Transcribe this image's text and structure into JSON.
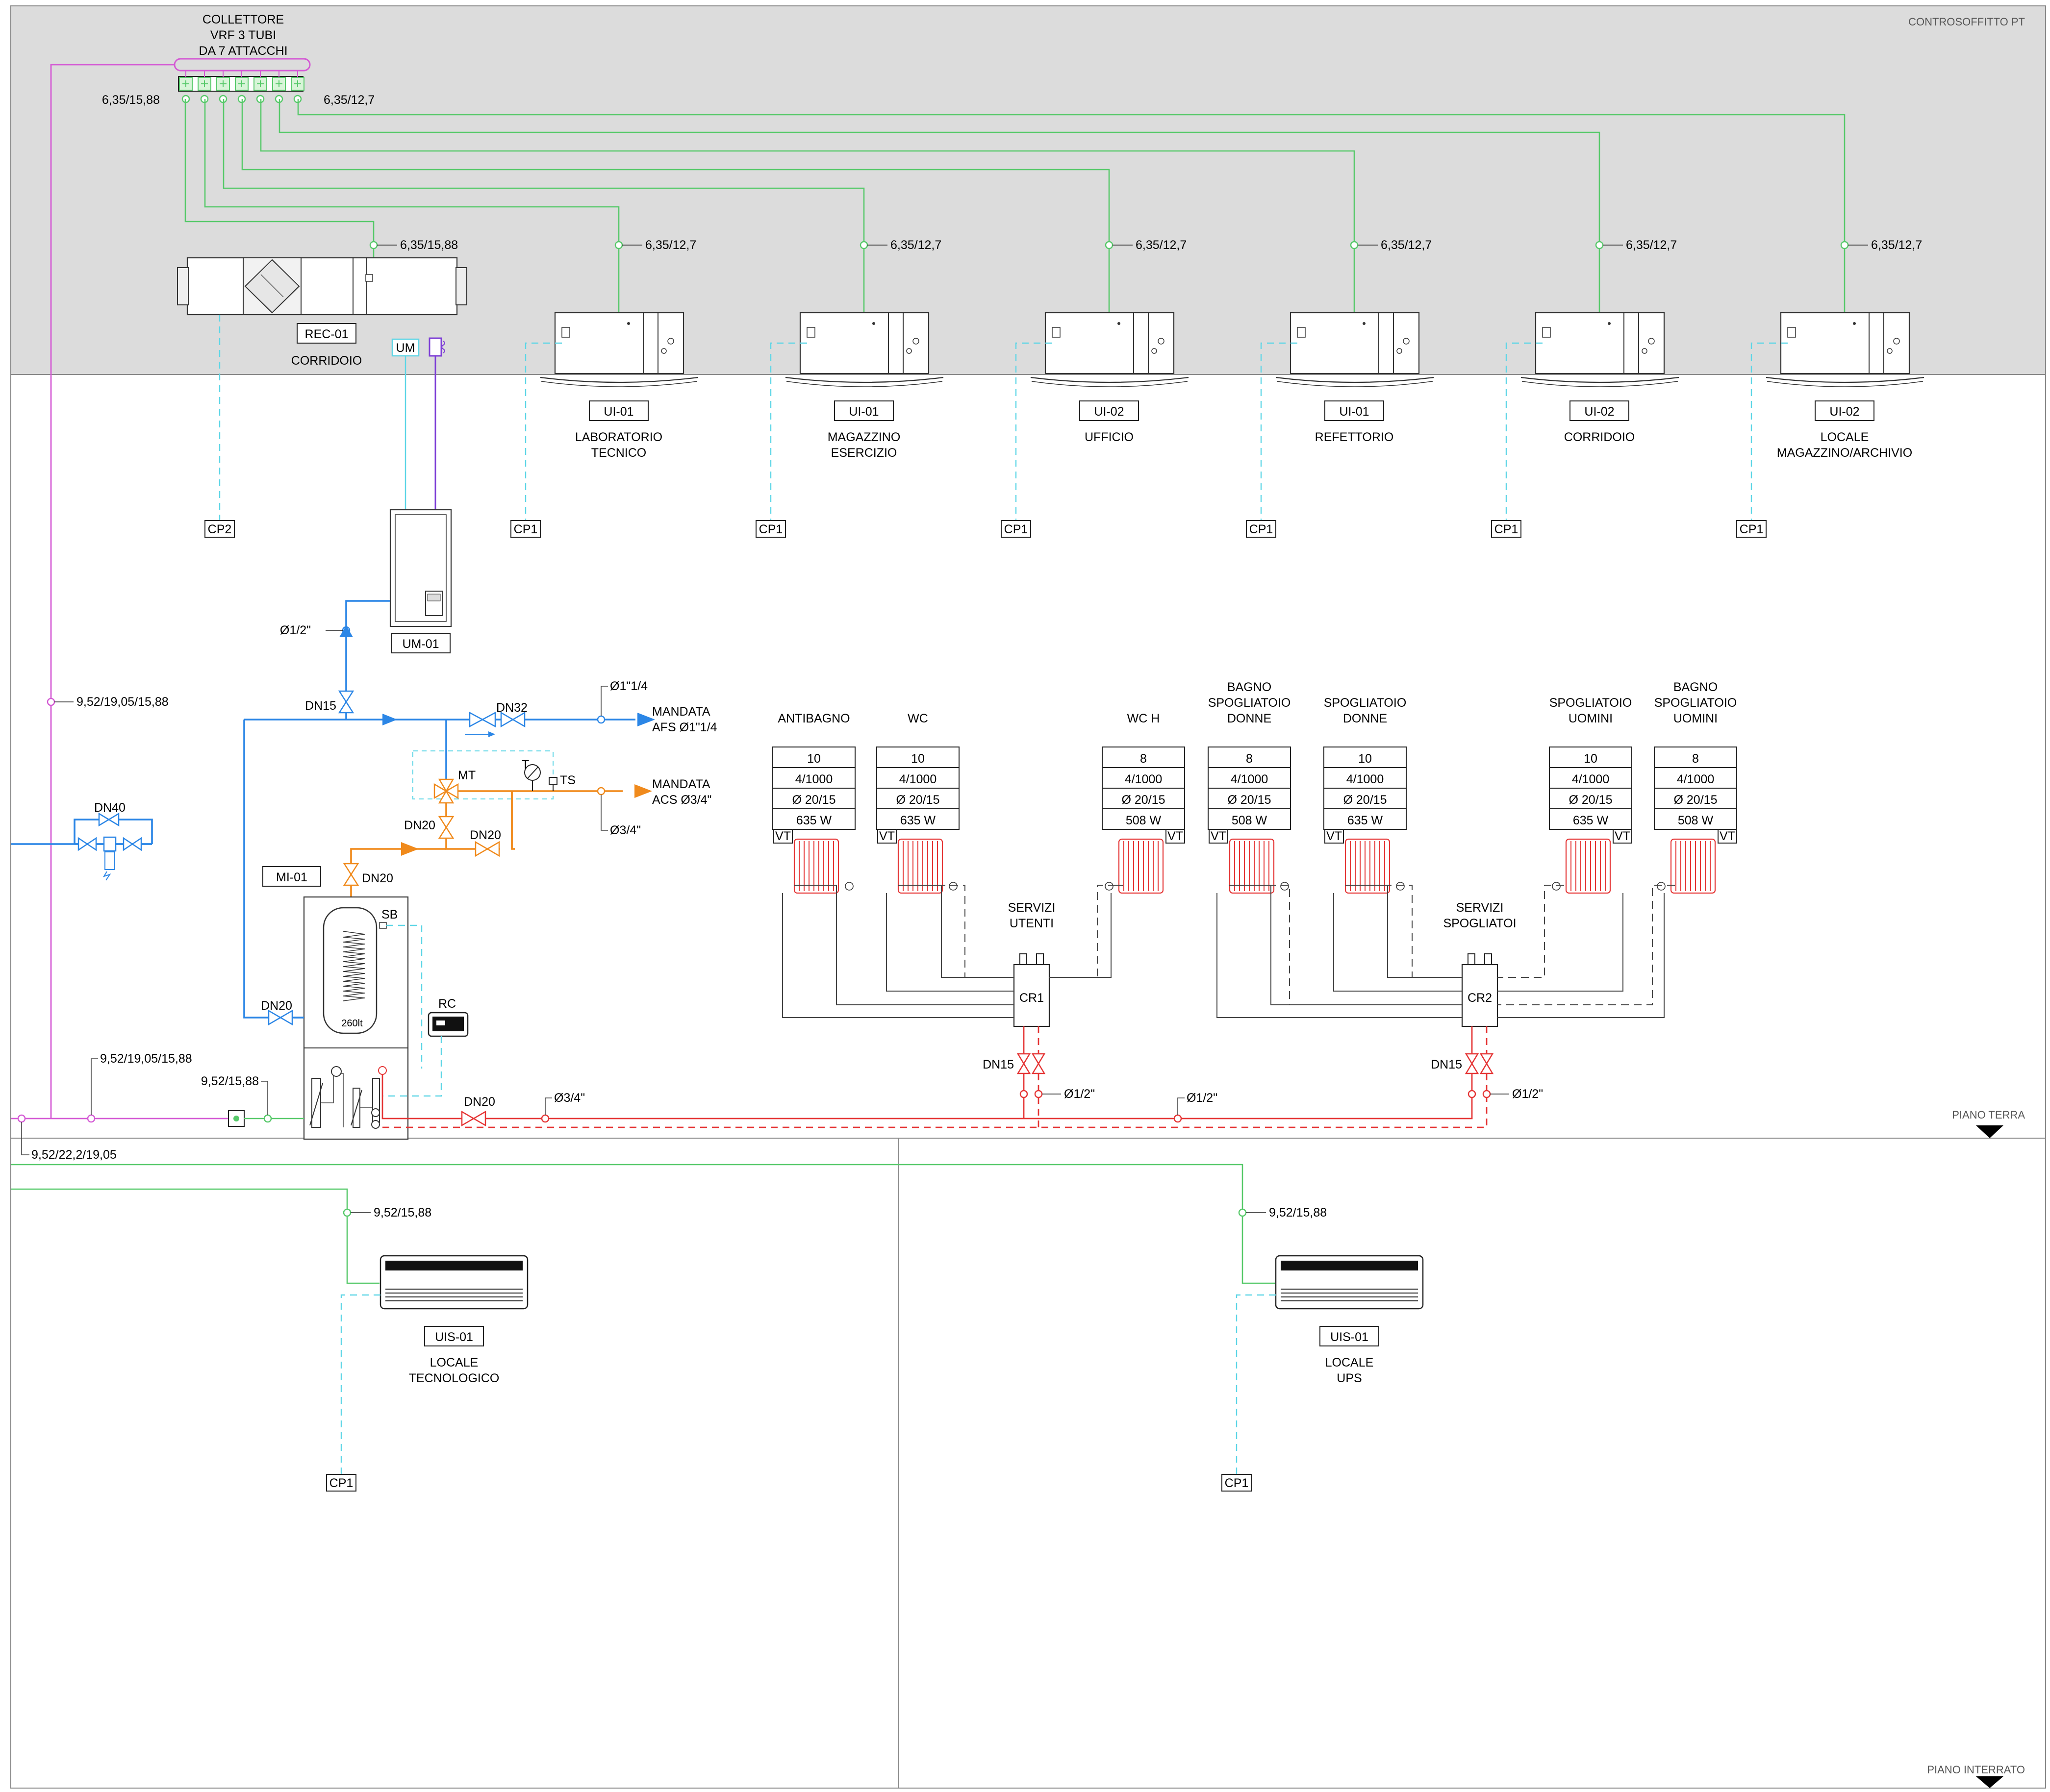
{
  "sheet": {
    "zones": {
      "controsoffitto": "CONTROSOFFITTO  PT",
      "piano_terra": "PIANO  TERRA",
      "piano_interrato": "PIANO  INTERRATO"
    }
  },
  "collector": {
    "title": [
      "COLLETTORE",
      "VRF 3 TUBI",
      "DA 7 ATTACCHI"
    ],
    "pipe_left": "6,35/15,88",
    "pipe_right": "6,35/12,7"
  },
  "recovery_unit": {
    "tag": "REC-01",
    "room": "CORRIDOIO",
    "pipe": "6,35/15,88",
    "condensate": "CP2",
    "humidity_sensor": "UM"
  },
  "indoor_units": [
    {
      "tag": "UI-01",
      "room": [
        "LABORATORIO",
        "TECNICO"
      ],
      "pipe": "6,35/12,7",
      "condensate": "CP1"
    },
    {
      "tag": "UI-01",
      "room": [
        "MAGAZZINO",
        "ESERCIZIO"
      ],
      "pipe": "6,35/12,7",
      "condensate": "CP1"
    },
    {
      "tag": "UI-02",
      "room": [
        "UFFICIO"
      ],
      "pipe": "6,35/12,7",
      "condensate": "CP1"
    },
    {
      "tag": "UI-01",
      "room": [
        "REFETTORIO"
      ],
      "pipe": "6,35/12,7",
      "condensate": "CP1"
    },
    {
      "tag": "UI-02",
      "room": [
        "CORRIDOIO"
      ],
      "pipe": "6,35/12,7",
      "condensate": "CP1"
    },
    {
      "tag": "UI-02",
      "room": [
        "LOCALE",
        "MAGAZZINO/ARCHIVIO"
      ],
      "pipe": "6,35/12,7",
      "condensate": "CP1"
    }
  ],
  "humidifier": {
    "tag": "UM-01",
    "pipe": "Ø1/2\""
  },
  "water": {
    "main_valve": "DN40",
    "dn15": "DN15",
    "dn32": "DN32",
    "afs_pipe": "Ø1\"1/4",
    "afs_label": [
      "MANDATA",
      "AFS Ø1\"1/4"
    ],
    "acs_label": [
      "MANDATA",
      "ACS Ø3/4\""
    ],
    "acs_pipe": "Ø3/4\"",
    "mixer": "MT",
    "thermometer": "T",
    "sensor": "TS",
    "dn20_a": "DN20",
    "dn20_b": "DN20",
    "dn20_c": "DN20",
    "dn20_d": "DN20",
    "dn20_e": "DN20"
  },
  "heat_pump": {
    "tag": "MI-01",
    "tank": "260lt",
    "probe": "SB",
    "remote": "RC",
    "gas_pipe_1": "9,52/19,05/15,88",
    "gas_pipe_2": "9,52/19,05/15,88",
    "gas_pipe_3": "9,52/15,88",
    "gas_pipe_4": "9,52/22,2/19,05",
    "heating_pipe": "Ø3/4\""
  },
  "radiators": [
    {
      "room": [
        "ANTIBAGNO"
      ],
      "values": [
        "10",
        "4/1000",
        "Ø 20/15",
        "635 W"
      ],
      "valve": "VT"
    },
    {
      "room": [
        "WC"
      ],
      "values": [
        "10",
        "4/1000",
        "Ø 20/15",
        "635 W"
      ],
      "valve": "VT"
    },
    {
      "room": [
        "WC H"
      ],
      "values": [
        "8",
        "4/1000",
        "Ø 20/15",
        "508 W"
      ],
      "valve": "VT"
    },
    {
      "room": [
        "BAGNO",
        "SPOGLIATOIO",
        "DONNE"
      ],
      "values": [
        "8",
        "4/1000",
        "Ø 20/15",
        "508 W"
      ],
      "valve": "VT"
    },
    {
      "room": [
        "SPOGLIATOIO",
        "DONNE"
      ],
      "values": [
        "10",
        "4/1000",
        "Ø 20/15",
        "635 W"
      ],
      "valve": "VT"
    },
    {
      "room": [
        "SPOGLIATOIO",
        "UOMINI"
      ],
      "values": [
        "10",
        "4/1000",
        "Ø 20/15",
        "635 W"
      ],
      "valve": "VT"
    },
    {
      "room": [
        "BAGNO",
        "SPOGLIATOIO",
        "UOMINI"
      ],
      "values": [
        "8",
        "4/1000",
        "Ø 20/15",
        "508 W"
      ],
      "valve": "VT"
    }
  ],
  "manifolds": [
    {
      "tag": "CR1",
      "group": [
        "SERVIZI",
        "UTENTI"
      ],
      "valve": "DN15",
      "pipe": "Ø1/2\""
    },
    {
      "tag": "CR2",
      "group": [
        "SERVIZI",
        "SPOGLIATOI"
      ],
      "valve": "DN15",
      "pipe": "Ø1/2\""
    }
  ],
  "main_heating_pipe": "Ø1/2\"",
  "basement_units": [
    {
      "tag": "UIS-01",
      "room": [
        "LOCALE",
        "TECNOLOGICO"
      ],
      "pipe": "9,52/15,88",
      "condensate": "CP1"
    },
    {
      "tag": "UIS-01",
      "room": [
        "LOCALE",
        "UPS"
      ],
      "pipe": "9,52/15,88",
      "condensate": "CP1"
    }
  ],
  "colors": {
    "refrigerant": "#57c96a",
    "gas_main": "#d45ad4",
    "cold_water": "#2b86e6",
    "hot_water": "#f08a1c",
    "heating": "#e53535",
    "condensate": "#5ed6e6",
    "ceiling_zone": "#dcdcdc"
  }
}
